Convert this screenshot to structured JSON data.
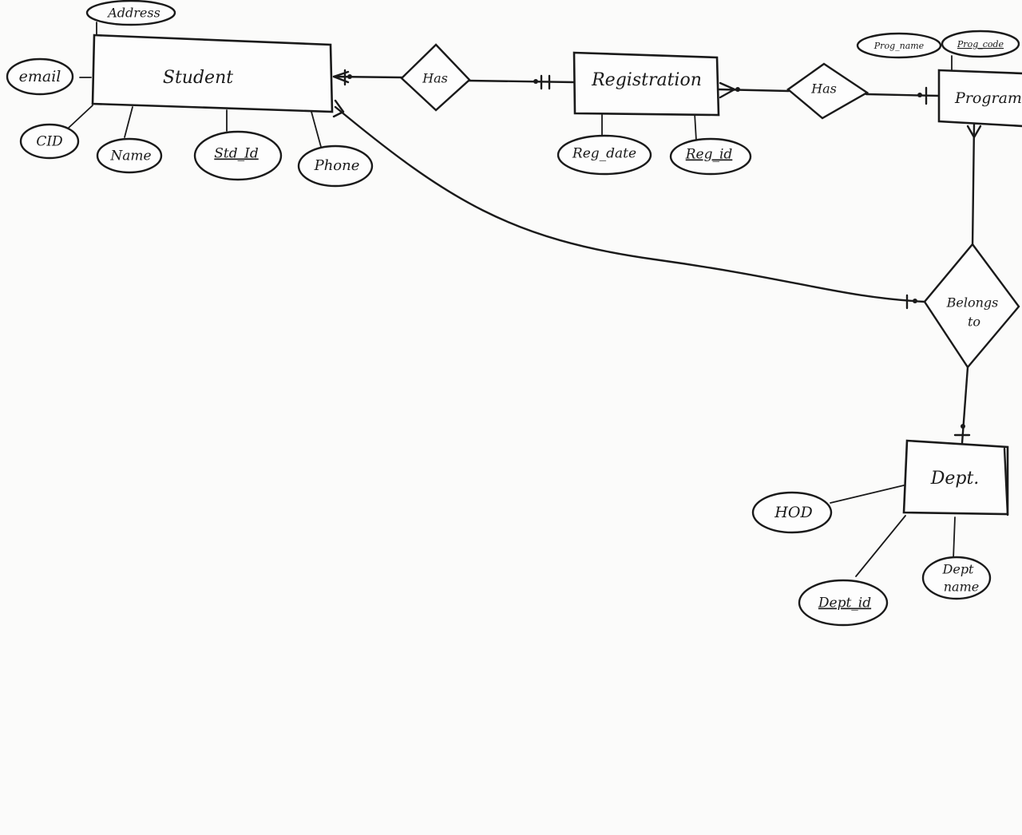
{
  "entities": {
    "student": "Student",
    "registration": "Registration",
    "program": "Program",
    "dept": "Dept."
  },
  "relationships": {
    "has_student_registration": "Has",
    "has_registration_program": "Has",
    "belongs_to_line1": "Belongs",
    "belongs_to_line2": "to"
  },
  "attributes": {
    "student": {
      "address": "Address",
      "email": "email",
      "cid": "CID",
      "name": "Name",
      "std_id": "Std_Id",
      "phone": "Phone"
    },
    "registration": {
      "reg_date": "Reg_date",
      "reg_id": "Reg_id"
    },
    "program": {
      "prog_name": "Prog_name",
      "prog_code": "Prog_code"
    },
    "dept": {
      "hod": "HOD",
      "dept_id": "Dept_id",
      "dept_name_line1": "Dept",
      "dept_name_line2": "name"
    }
  },
  "colors": {
    "ink": "#1a1a1a",
    "paper": "#fbfbfa"
  }
}
